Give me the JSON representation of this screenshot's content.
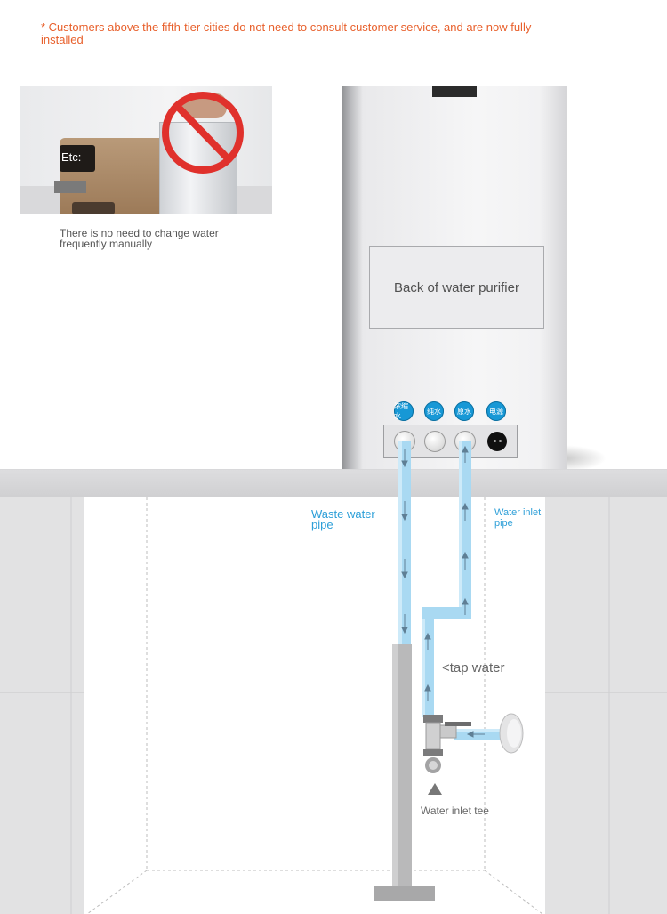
{
  "notice": "* Customers above the fifth-tier cities do not need to consult customer service, and are now fully installed",
  "photo": {
    "device_screen_text": "Etc:",
    "caption": "There is no need to change water frequently manually"
  },
  "purifier": {
    "label": "Back of water purifier",
    "ports": [
      {
        "badge": "浓缩水",
        "color": "#1798d6"
      },
      {
        "badge": "纯水",
        "color": "#1798d6"
      },
      {
        "badge": "原水",
        "color": "#1798d6"
      },
      {
        "badge": "电源",
        "color": "#1798d6"
      }
    ]
  },
  "labels": {
    "waste": "Waste water pipe",
    "inlet": "Water inlet pipe",
    "tap": "<tap water",
    "tee": "Water inlet tee"
  },
  "colors": {
    "notice": "#e8602c",
    "pipe_blue": "#a9d9f2",
    "badge_blue": "#1798d6",
    "no_sign_red": "#e0312c"
  }
}
